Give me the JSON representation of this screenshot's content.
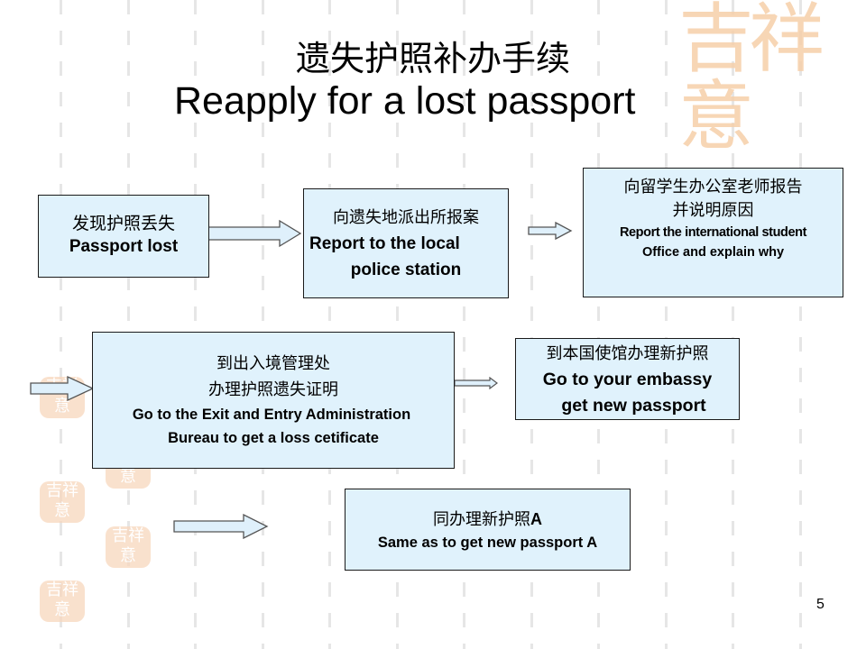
{
  "slide": {
    "title_cn": "遗失护照补办手续",
    "title_en": "Reapply for a lost passport",
    "page_number": "5",
    "decoration_text": "吉祥意"
  },
  "colors": {
    "box_fill": "#e0f2fc",
    "box_border": "#1a1a1a",
    "arrow_fill": "#dff0fb",
    "arrow_stroke": "#555555",
    "seal_color": "#f6cfa9"
  },
  "steps": [
    {
      "id": "passport-lost",
      "cn": "发现护照丢失",
      "en_lines": [
        "Passport lost"
      ]
    },
    {
      "id": "report-police",
      "cn": "向遗失地派出所报案",
      "en_lines": [
        "Report to the local",
        "police station"
      ]
    },
    {
      "id": "report-office",
      "cn_lines": [
        "向留学生办公室老师报告",
        "并说明原因"
      ],
      "en_lines": [
        "Report the international student",
        "Office and explain why"
      ]
    },
    {
      "id": "exit-entry",
      "cn_lines": [
        "到出入境管理处",
        "办理护照遗失证明"
      ],
      "en_lines": [
        "Go to the Exit and Entry Administration",
        "Bureau to get a loss cetificate"
      ]
    },
    {
      "id": "embassy",
      "cn": "到本国使馆办理新护照",
      "en_lines": [
        "Go to your embassy",
        "get new passport"
      ]
    },
    {
      "id": "same-as-a",
      "cn": "同办理新护照",
      "cn_suffix": "A",
      "en_lines": [
        "Same as to get new passport A"
      ]
    }
  ]
}
